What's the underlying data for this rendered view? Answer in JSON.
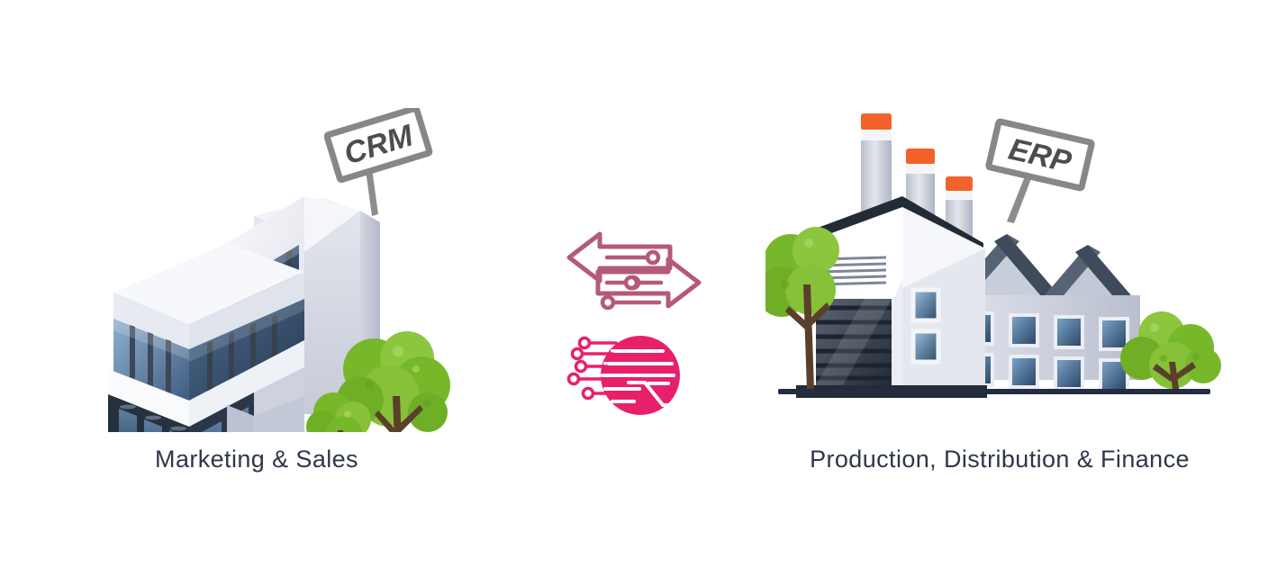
{
  "diagram": {
    "type": "two-system-integration",
    "background_color": "#ffffff",
    "caption_color": "#2e3749",
    "ground_line_color": "#232c40"
  },
  "left_system": {
    "caption": "Marketing & Sales",
    "sign_label": "CRM",
    "sign_text_color": "#4d4d4d",
    "sign_border_color": "#878787",
    "sign_rotation_deg": -17,
    "building_type": "office-building",
    "building_colors": {
      "wall_light": "#eef0f4",
      "wall_mid": "#d9dce4",
      "wall_shadow": "#b9bfcd",
      "glass_light": "#7d9cc0",
      "glass_mid": "#3d5a80",
      "glass_dark": "#2b3c52",
      "mullion": "#3d4757"
    },
    "tree_colors": {
      "leaf_light": "#8cc63e",
      "leaf_mid": "#76b82a",
      "leaf_dark": "#5f9e22",
      "trunk": "#5a3f2b"
    }
  },
  "center": {
    "exchange_icon": {
      "name": "bidirectional-data-exchange-arrows",
      "color": "#b35a77",
      "stroke_width": 5,
      "description": "Two opposing horizontal arrows with circuit node dots"
    },
    "circuit_icon": {
      "name": "digital-circuit-circle",
      "color": "#e8206c",
      "description": "Magenta filled circle with circuit traces and node dots trailing to the left"
    }
  },
  "right_system": {
    "caption": "Production, Distribution & Finance",
    "sign_label": "ERP",
    "sign_text_color": "#4d4d4d",
    "sign_border_color": "#878787",
    "sign_rotation_deg": 13,
    "building_type": "factory-building",
    "building_colors": {
      "wall_white": "#ffffff",
      "wall_light": "#e7e9ef",
      "wall_mid": "#c6cad8",
      "wall_shadow": "#b0b6c8",
      "roof_dark": "#222b36",
      "roof_slate": "#566374",
      "window_light": "#8ab4d8",
      "window_mid": "#4a7296",
      "window_dark": "#2c4a68",
      "door_slats": "#3a4452",
      "chimney_body": "#cdd2dc",
      "chimney_top": "#f2622a",
      "chimney_band": "#f2f3f6"
    },
    "chimney_count": 3,
    "tree_colors": {
      "leaf_light": "#8cc63e",
      "leaf_mid": "#76b82a",
      "leaf_dark": "#5f9e22",
      "trunk": "#5a3f2b"
    }
  }
}
